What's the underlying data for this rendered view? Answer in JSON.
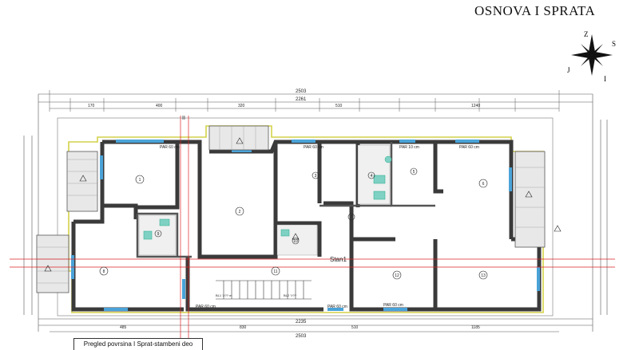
{
  "title": "OSNOVA I SPRATA",
  "compass": {
    "n": "Z",
    "e": "S",
    "w": "J",
    "s": "I"
  },
  "caption": "Pregled povrsina I Sprat-stambeni deo",
  "stan_label": "Stan1",
  "top_dims_outer": "2503",
  "top_dims_inner": "2261",
  "bottom_dims_outer": "2503",
  "bottom_dims_inner": "2235",
  "top_segments": [
    "170",
    "400",
    "320",
    "510",
    "1240"
  ],
  "bottom_segments": [
    "485",
    "830",
    "510",
    "1185"
  ],
  "par_labels": [
    "PAR 60 cm",
    "PAR 60 cm",
    "PAR 10 cm",
    "PAR 60 cm",
    "PAR 60 cm",
    "PAR 60 cm",
    "PAR 60 cm"
  ],
  "room_numbers": [
    "1",
    "2",
    "3",
    "4",
    "5",
    "6",
    "7",
    "8",
    "9",
    "10",
    "11",
    "12",
    "13"
  ],
  "section_marks": [
    "II",
    "II"
  ],
  "stair_labels": [
    "BL1 ?/?? m",
    "BL2 ?/??"
  ]
}
